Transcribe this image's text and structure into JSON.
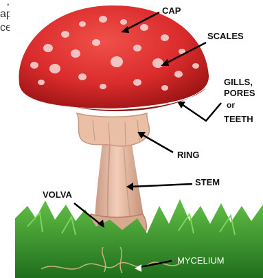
{
  "margin_text": [
    ",",
    "ap",
    "ce"
  ],
  "labels": {
    "cap": "CAP",
    "scales": "SCALES",
    "gills_1": "GILLS,",
    "gills_2": "PORES",
    "gills_3": "or",
    "gills_4": "TEETH",
    "ring": "RING",
    "stem": "STEM",
    "volva": "VOLVA",
    "mycelium": "MYCELIUM"
  },
  "colors": {
    "cap": "#d92b2b",
    "cap_dark": "#a51616",
    "scales": "#f2c9c9",
    "stem": "#e7b9a3",
    "grass": "#2f8f2a",
    "grass_light": "#58b83d"
  }
}
